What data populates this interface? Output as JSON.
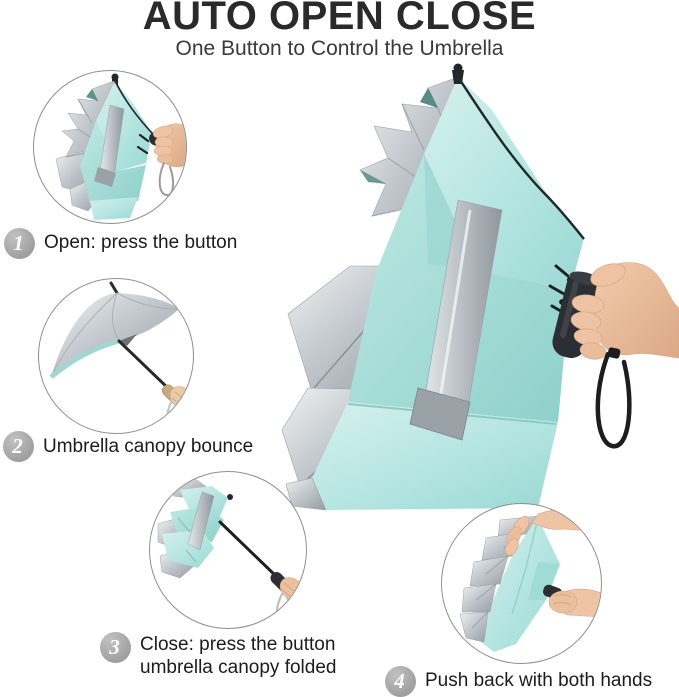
{
  "header": {
    "title": "AUTO OPEN CLOSE",
    "subtitle": "One Button to Control the Umbrella"
  },
  "steps": [
    {
      "number": "1",
      "label": "Open: press the button"
    },
    {
      "number": "2",
      "label": "Umbrella canopy bounce"
    },
    {
      "number": "3",
      "label": "Close: press the button",
      "label_line2": "umbrella canopy folded"
    },
    {
      "number": "4",
      "label": "Push back with both hands"
    }
  ],
  "images": {
    "hero": "Folded teal umbrella with silver underside, hand pressing the handle button",
    "step1": "Hand pressing the button on a folded umbrella",
    "step2": "Umbrella canopy bouncing open",
    "step3": "Closed umbrella with canopy folded and shaft extended",
    "step4": "Both hands pushing the umbrella canopy back"
  },
  "colors": {
    "canopy_teal": "#b7e6e1",
    "underside_silver": "#b6bcc2",
    "handle_black": "#2b2e32",
    "badge_gray": "#a7a7a7",
    "title_text": "#2a2a2a",
    "body_text": "#1c1c1c",
    "background": "#ffffff"
  }
}
